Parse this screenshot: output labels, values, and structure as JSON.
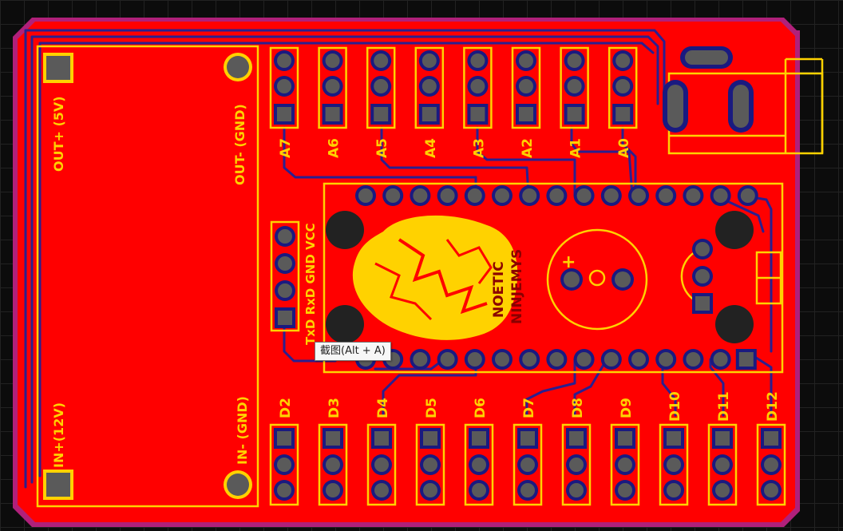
{
  "colors": {
    "board": "#ff0000",
    "outline": "#b0207a",
    "silk": "#ffd200",
    "trace": "#2a1f8f",
    "pad_ring": "#1a1a80",
    "pad_fill": "#5a5a5a",
    "background": "#0c0c0c"
  },
  "labels": {
    "out_plus": "OUT+ (5V)",
    "out_minus": "OUT- (GND)",
    "in_plus": "IN+(12V)",
    "in_minus": "IN- (GND)",
    "serial": "TxD RxD GND VCC",
    "logo_line1": "NOETIC",
    "logo_line2": "NINJEMYS",
    "plus_mark": "+"
  },
  "analog_headers": [
    "A7",
    "A6",
    "A5",
    "A4",
    "A3",
    "A2",
    "A1",
    "A0"
  ],
  "digital_headers": [
    "D2",
    "D3",
    "D4",
    "D5",
    "D6",
    "D7",
    "D8",
    "D9",
    "D10",
    "D11",
    "D12"
  ],
  "tooltip": {
    "text": "截图(Alt + A)"
  }
}
